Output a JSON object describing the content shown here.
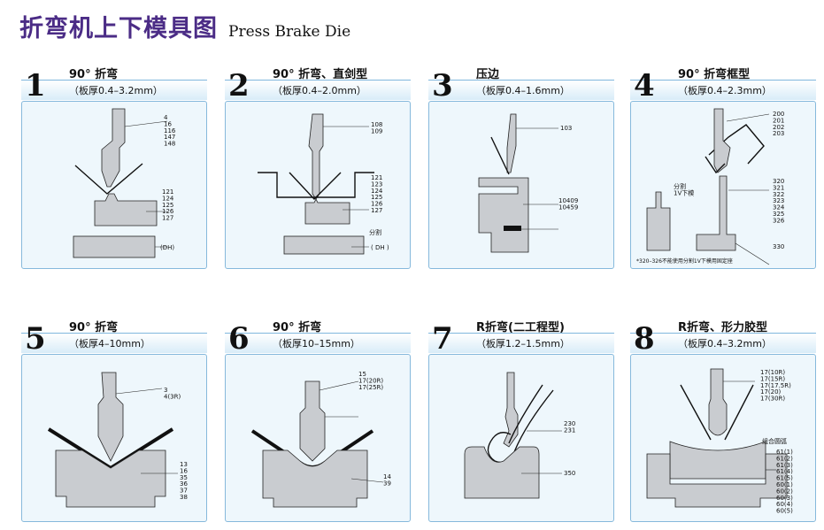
{
  "title": {
    "cn": "折弯机上下模具图",
    "en": "Press Brake Die"
  },
  "panels": [
    {
      "num": "1",
      "title": "90° 折弯",
      "sub": "（板厚0.4–3.2mm）",
      "labels": {
        "upper": "4\n16\n116\n147\n148",
        "lower": "121\n124\n125\n126\n127",
        "base": "(DH)"
      }
    },
    {
      "num": "2",
      "title": "90° 折弯、直剑型",
      "sub": "（板厚0.4–2.0mm）",
      "labels": {
        "upper": "108\n109",
        "lower": "121\n123\n124\n125\n126\n127",
        "split": "分割",
        "base": "( DH )"
      }
    },
    {
      "num": "3",
      "title": "压边",
      "sub": "（板厚0.4–1.6mm）",
      "labels": {
        "upper": "103",
        "lower": "10409\n10459"
      }
    },
    {
      "num": "4",
      "title": "90° 折弯框型",
      "sub": "（板厚0.4–2.3mm）",
      "labels": {
        "upper": "200\n201\n202\n203",
        "lower": "320\n321\n322\n323\n324\n325\n326",
        "split": "分割\n1V下模",
        "base": "330",
        "note": "*320–326不能使用分割1V下模用固定座"
      }
    },
    {
      "num": "5",
      "title": "90° 折弯",
      "sub": "（板厚4–10mm）",
      "labels": {
        "upper": "3\n4(3R)",
        "lower": "13\n16\n35\n36\n37\n38"
      }
    },
    {
      "num": "6",
      "title": "90° 折弯",
      "sub": "（板厚10–15mm）",
      "labels": {
        "upper": "15\n17(20R)\n17(25R)",
        "lower": "14\n39"
      }
    },
    {
      "num": "7",
      "title": "R折弯(二工程型)",
      "sub": "（板厚1.2–1.5mm）",
      "labels": {
        "upper": "230\n231",
        "lower": "350"
      }
    },
    {
      "num": "8",
      "title": "R折弯、形力胶型",
      "sub": "（板厚0.4–3.2mm）",
      "labels": {
        "upper": "17(10R)\n17(15R)\n17(17.5R)\n17(20)\n17(30R)",
        "mid": "组合圆弧",
        "lower": "61(1)\n61(2)\n61(3)\n61(4)\n61(5)\n60(1)\n60(2)\n60(3)\n60(4)\n60(5)"
      }
    }
  ]
}
